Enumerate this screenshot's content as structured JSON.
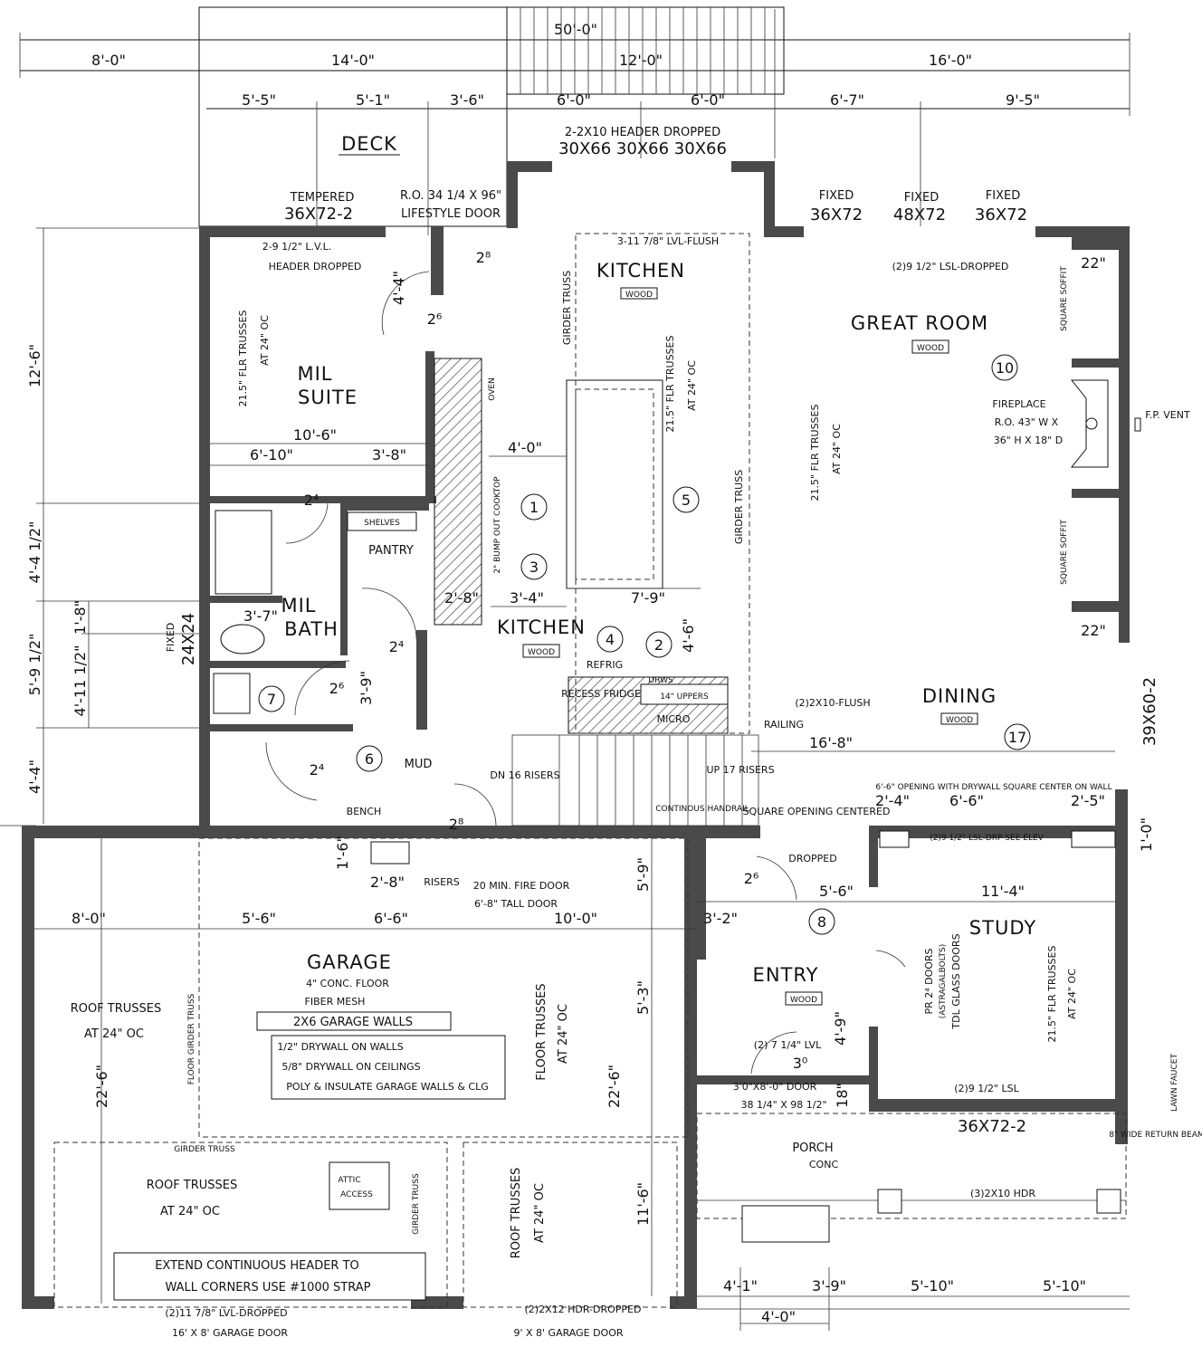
{
  "overall_dims": {
    "total": "50'-0\"",
    "a": "8'-0\"",
    "b": "14'-0\"",
    "c": "12'-0\"",
    "d": "16'-0\""
  },
  "upper_dims": [
    "5'-5\"",
    "5'-1\"",
    "3'-6\"",
    "6'-0\"",
    "6'-0\"",
    "6'-7\"",
    "9'-5\""
  ],
  "left_dims": [
    "12'-6\"",
    "4'-4 1/2\"",
    "5'-9 1/2\"",
    "4'-4\"",
    "1'-8\"",
    "4'-11 1/2\"",
    "22'-6\""
  ],
  "rooms": {
    "deck": "DECK",
    "kitchen": "KITCHEN",
    "kitchen2": "KITCHEN",
    "great_room": "GREAT ROOM",
    "mil_suite_1": "MIL",
    "mil_suite_2": "SUITE",
    "pantry": "PANTRY",
    "mil_bath_1": "MIL",
    "mil_bath_2": "BATH",
    "mud": "MUD",
    "dining": "DINING",
    "garage": "GARAGE",
    "entry": "ENTRY",
    "study": "STUDY",
    "porch": "PORCH"
  },
  "flooring": {
    "wood": "WOOD",
    "conc": "CONC"
  },
  "windows": {
    "deck_doors": "30X66  30X66 30X66",
    "deck_header": "2-2X10 HEADER DROPPED",
    "tempered_label": "TEMPERED",
    "tempered": "36X72-2",
    "ro_door": "R.O. 34 1/4 X 96\"",
    "lifestyle": "LIFESTYLE DOOR",
    "fixed": "FIXED",
    "w1": "36X72",
    "w2": "48X72",
    "w3": "36X72",
    "dining_win": "39X60-2",
    "study_win": "36X72-2",
    "bath_fixed": "FIXED",
    "bath_win": "24X24"
  },
  "notes": {
    "header_lvl": "2-9 1/2\" L.V.L.",
    "header_dropped": "HEADER DROPPED",
    "lvl_flush": "3-11 7/8\" LVL-FLUSH",
    "lsl_dropped": "(2)9 1/2\" LSL-DROPPED",
    "girder_truss": "GIRDER TRUSS",
    "flr_trusses": "21.5\" FLR TRUSSES",
    "at_24": "AT 24\" OC",
    "fireplace": "FIREPLACE",
    "fp_ro": "R.O. 43\" W X",
    "fp_ro2": "36\" H X 18\" D",
    "fp_vent": "F.P. VENT",
    "square_soffit": "SQUARE SOFFIT",
    "oven": "OVEN",
    "cooktop": "2\" BUMP OUT COOKTOP",
    "refrig": "REFRIG",
    "recess_fridge": "RECESS FRIDGE",
    "micro": "MICRO",
    "uppers": "14\" UPPERS",
    "drws": "DRWS",
    "railing": "RAILING",
    "flush2x10": "(2)2X10-FLUSH",
    "square_opening": "SQUARE OPENING CENTERED",
    "opening_drywall": "6'-6\" OPENING WITH DRYWALL SQUARE CENTER ON WALL",
    "lsl_drp_see": "(2)9 1/2\" LSL-DRP SEE ELEV",
    "dropped": "DROPPED",
    "fire_door": "20 MIN. FIRE DOOR",
    "tall_door": "6'-8\" TALL DOOR",
    "risers": "RISERS",
    "dn16": "DN 16 RISERS",
    "up17": "UP 17 RISERS",
    "handrail": "CONTINOUS HANDRAIL",
    "bench": "BENCH",
    "shelves": "SHELVES",
    "garage_floor": "4\" CONC. FLOOR",
    "fiber": "FIBER MESH",
    "garage_walls": "2X6 GARAGE WALLS",
    "drywall_walls": "1/2\" DRYWALL ON WALLS",
    "drywall_ceil": "5/8\" DRYWALL ON CEILINGS",
    "poly": "POLY & INSULATE GARAGE WALLS & CLG",
    "roof_trusses": "ROOF TRUSSES",
    "floor_trusses": "FLOOR TRUSSES",
    "attic_1": "ATTIC",
    "attic_2": "ACCESS",
    "extend_1": "EXTEND CONTINUOUS HEADER TO",
    "extend_2": "WALL CORNERS USE #1000 STRAP",
    "lvl_dropped": "(2)11 7/8\" LVL-DROPPED",
    "hdr_dropped": "(2)2X12 HDR-DROPPED",
    "garage_door1": "16' X 8' GARAGE DOOR",
    "garage_door2": "9' X 8' GARAGE DOOR",
    "entry_lvl": "(2) 7 1/4\" LVL",
    "front_door": "3'0\"X8'-0\" DOOR",
    "front_door_ro": "38 1/4\" X 98 1/2\"",
    "study_lsl": "(2)9 1/2\" LSL",
    "porch_hdr": "(3)2X10 HDR",
    "beam": "8\" WIDE RETURN BEAM",
    "lawn": "LAWN FAUCET",
    "pr_doors": "PR 2⁴ DOORS",
    "astragal": "(ASTRAGALBOLTS)",
    "tdl": "TDL GLASS DOORS",
    "floor_girder": "FLOOR GIRDER TRUSS"
  },
  "room_dims": {
    "mil_w": "10'-6\"",
    "mil_a": "6'-10\"",
    "mil_b": "3'-8\"",
    "k1": "4'-0\"",
    "k2": "3'-4\"",
    "k3": "7'-9\"",
    "k4": "2'-8\"",
    "k5": "4'-6\"",
    "dining_w": "16'-8\"",
    "d1": "2'-4\"",
    "d2": "6'-6\"",
    "d3": "2'-5\"",
    "g1": "8'-0\"",
    "g2": "5'-6\"",
    "g3": "6'-6\"",
    "g4": "10'-0\"",
    "e1": "3'-2\"",
    "e2": "5'-6\"",
    "s1": "11'-4\"",
    "p1": "4'-1\"",
    "p2": "3'-9\"",
    "p3": "5'-10\"",
    "p4": "5'-10\"",
    "p5": "4'-0\"",
    "v1": "5'-9\"",
    "v2": "5'-3\"",
    "v3": "22'-6\"",
    "v4": "11'-6\"",
    "v5": "4'-9\"",
    "w22a": "22\"",
    "w22b": "22\"",
    "door44": "4'-4\"",
    "mil_bath_w": "3'-7\"",
    "bath_h": "3'-9\"",
    "b28": "2'-8\"",
    "b16": "1'-6\"",
    "e18": "18\"",
    "one0": "1'-0\""
  },
  "door_sizes": [
    "2⁸",
    "2⁶",
    "2⁴",
    "2⁴",
    "2⁶",
    "2⁴",
    "2⁸",
    "2⁶",
    "3⁰"
  ],
  "tags": [
    "1",
    "2",
    "3",
    "4",
    "5",
    "6",
    "7",
    "8",
    "10",
    "17"
  ]
}
